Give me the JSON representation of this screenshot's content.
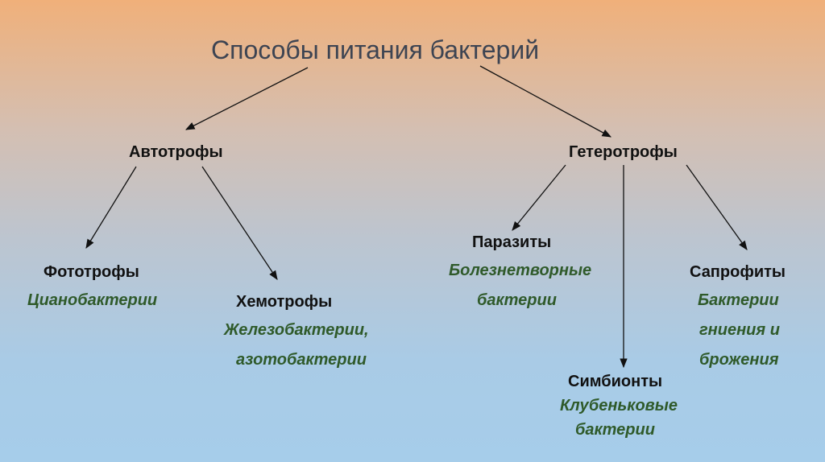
{
  "title": "Способы питания бактерий",
  "nodes": {
    "autotrophs": {
      "label": "Автотрофы"
    },
    "heterotrophs": {
      "label": "Гетеротрофы"
    },
    "phototrophs": {
      "label": "Фототрофы",
      "examples": [
        "Цианобактерии"
      ]
    },
    "chemotrophs": {
      "label": "Хемотрофы",
      "examples": [
        "Железобактерии,",
        "азотобактерии"
      ]
    },
    "parasites": {
      "label": "Паразиты",
      "examples": [
        "Болезнетворные",
        "бактерии"
      ]
    },
    "saprophytes": {
      "label": "Сапрофиты",
      "examples": [
        "Бактерии",
        "гниения и",
        "брожения"
      ]
    },
    "symbionts": {
      "label": "Симбионты",
      "examples": [
        "Клубеньковые",
        "бактерии"
      ]
    }
  },
  "edges": [
    [
      "title",
      "autotrophs"
    ],
    [
      "title",
      "heterotrophs"
    ],
    [
      "autotrophs",
      "phototrophs"
    ],
    [
      "autotrophs",
      "chemotrophs"
    ],
    [
      "heterotrophs",
      "parasites"
    ],
    [
      "heterotrophs",
      "symbionts"
    ],
    [
      "heterotrophs",
      "saprophytes"
    ]
  ],
  "colors": {
    "heading": "#111111",
    "example": "#2f5a2a",
    "title": "#3d4452",
    "arrow": "#111111"
  }
}
